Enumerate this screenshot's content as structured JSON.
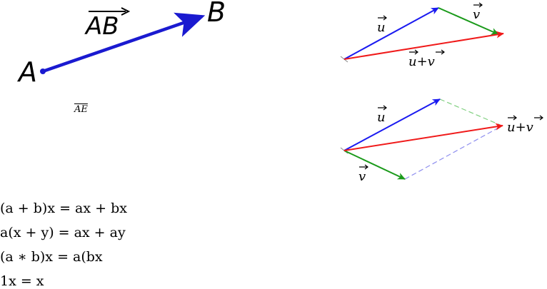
{
  "fig_ab": {
    "point_a": "A",
    "point_b": "B",
    "vector_label": "AB",
    "color": "#1a1ad0"
  },
  "small_label": "AE",
  "triangle": {
    "u_label": "u",
    "v_label": "v",
    "sum_label": "u+v"
  },
  "parallelogram": {
    "u_label": "u",
    "v_label": "v",
    "sum_label": "u+v"
  },
  "colors": {
    "u": "#1a1af0",
    "v": "#1a9a1a",
    "sum": "#f01a1a",
    "dash_green": "#7fcf7f",
    "dash_blue": "#8f8fef"
  },
  "equations": [
    "(a + b)x = ax + bx",
    "a(x + y) = ax + ay",
    "(a ∗ b)x = a(bx",
    "1x = x"
  ]
}
